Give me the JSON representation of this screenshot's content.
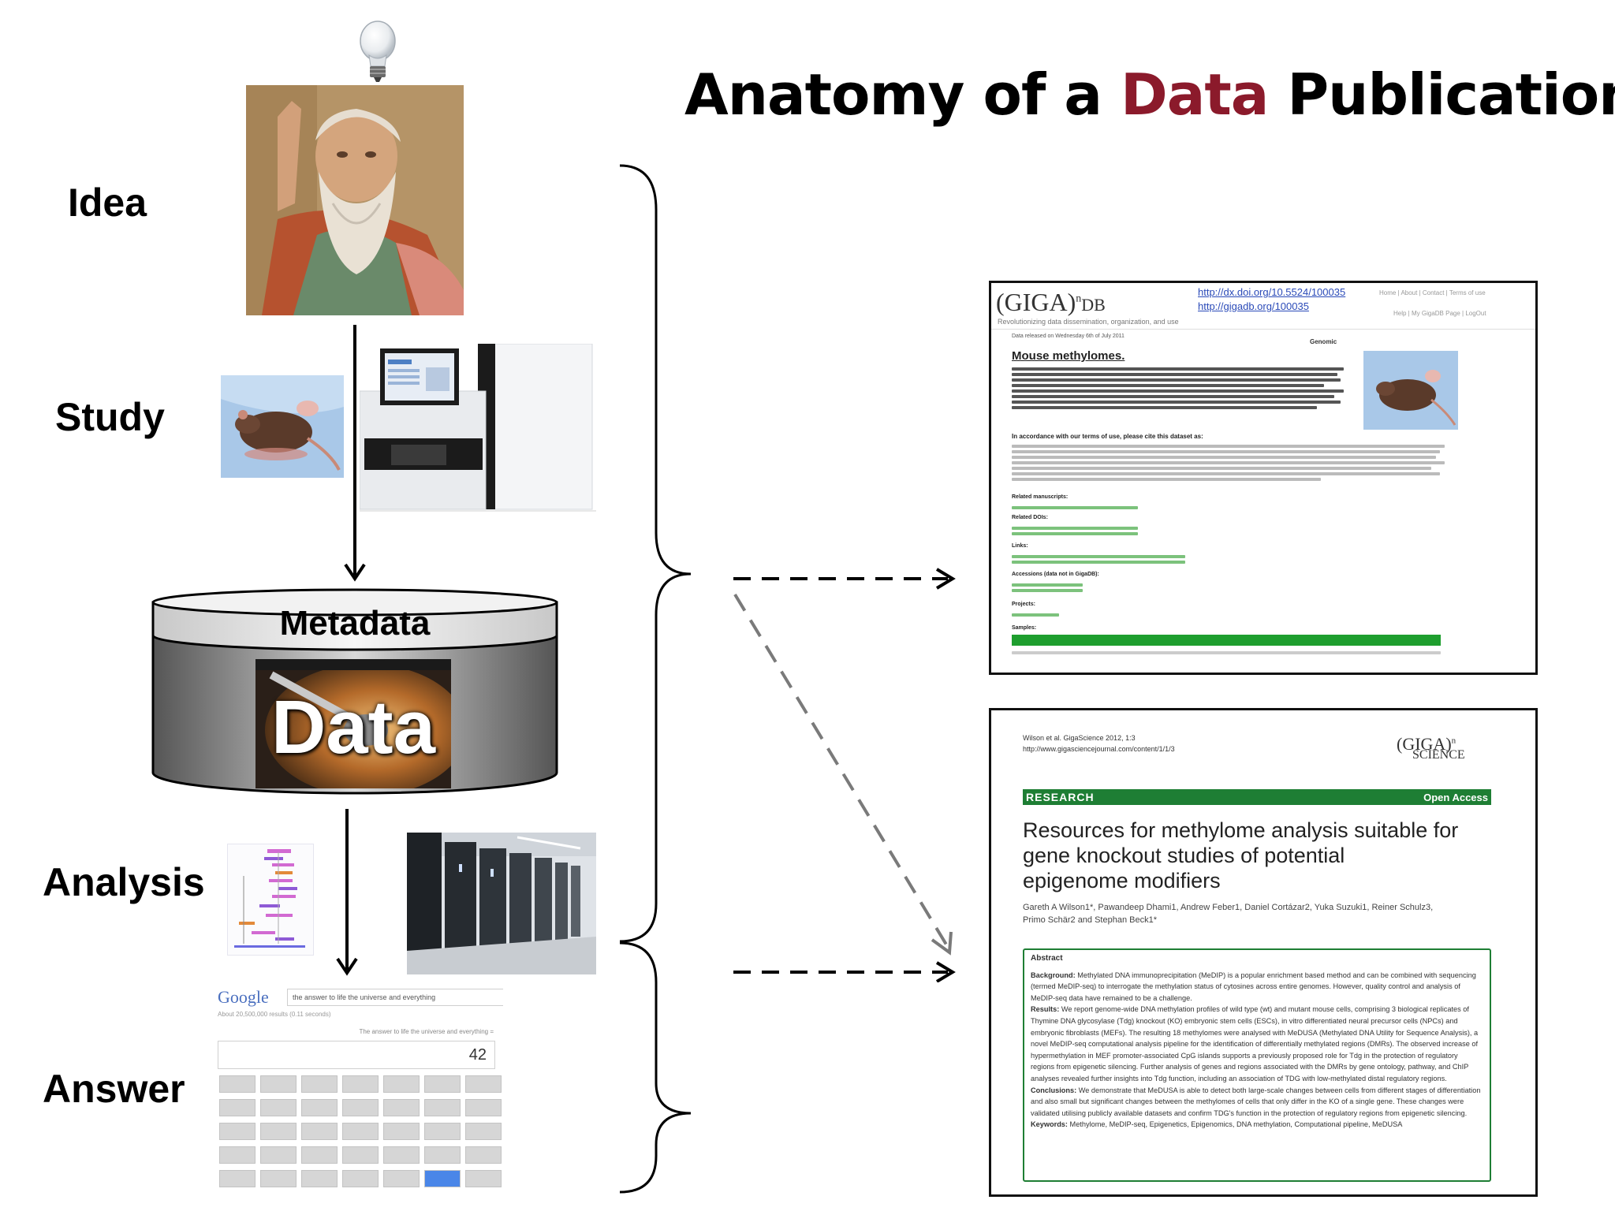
{
  "title": {
    "prefix": "Anatomy of a ",
    "accent": "Data",
    "suffix": " Publication",
    "accent_color": "#8b1a2b"
  },
  "stages": {
    "idea": "Idea",
    "study": "Study",
    "analysis": "Analysis",
    "answer": "Answer"
  },
  "database": {
    "metadata_label": "Metadata",
    "data_label": "Data"
  },
  "icons": [
    "light-bulb-icon"
  ],
  "gigadb_page": {
    "logo": "(GIGA)",
    "logo_sup": "n",
    "logo_db": "DB",
    "tagline": "Revolutionizing data dissemination, organization, and use",
    "doi_link": "http://dx.doi.org/10.5524/100035",
    "db_link": "http://gigadb.org/100035",
    "nav": [
      "Home",
      "About",
      "Contact",
      "Terms of use"
    ],
    "nav2": [
      "Help",
      "My GigaDB Page",
      "LogOut"
    ],
    "release_date": "Data released on Wednesday 6th of July 2011",
    "category": "Genomic",
    "dataset_title": "Mouse methylomes.",
    "cite_heading": "In accordance with our terms of use, please cite this dataset as:",
    "section_related": "Related manuscripts:",
    "section_related_dois": "Related DOIs:",
    "section_links": "Links:",
    "section_accessions": "Accessions (data not in GigaDB):",
    "section_projects": "Projects:",
    "section_samples": "Samples:",
    "samples_header_color": "#1e9e2e"
  },
  "gigascience_paper": {
    "citation": "Wilson et al. GigaScience 2012, 1:3",
    "url": "http://www.gigasciencejournal.com/content/1/1/3",
    "logo_top": "(GIGA)",
    "logo_sup": "n",
    "logo_bottom": "SCIENCE",
    "banner_left": "RESEARCH",
    "banner_right": "Open Access",
    "banner_color": "#1e7e34",
    "title_lines": [
      "Resources for methylome analysis suitable for",
      "gene knockout studies of potential",
      "epigenome modifiers"
    ],
    "authors_line1": "Gareth A Wilson1*, Pawandeep Dhami1, Andrew Feber1, Daniel Cortázar2, Yuka Suzuki1, Reiner Schulz3,",
    "authors_line2": "Primo Schär2 and Stephan Beck1*",
    "abstract_heading": "Abstract",
    "background_label": "Background:",
    "background_text": "Methylated DNA immunoprecipitation (MeDIP) is a popular enrichment based method and can be combined with sequencing (termed MeDIP-seq) to interrogate the methylation status of cytosines across entire genomes. However, quality control and analysis of MeDIP-seq data have remained to be a challenge.",
    "results_label": "Results:",
    "results_text": "We report genome-wide DNA methylation profiles of wild type (wt) and mutant mouse cells, comprising 3 biological replicates of Thymine DNA glycosylase (Tdg) knockout (KO) embryonic stem cells (ESCs), in vitro differentiated neural precursor cells (NPCs) and embryonic fibroblasts (MEFs). The resulting 18 methylomes were analysed with MeDUSA (Methylated DNA Utility for Sequence Analysis), a novel MeDIP-seq computational analysis pipeline for the identification of differentially methylated regions (DMRs). The observed increase of hypermethylation in MEF promoter-associated CpG islands supports a previously proposed role for Tdg in the protection of regulatory regions from epigenetic silencing. Further analysis of genes and regions associated with the DMRs by gene ontology, pathway, and ChIP analyses revealed further insights into Tdg function, including an association of TDG with low-methylated distal regulatory regions.",
    "conclusions_label": "Conclusions:",
    "conclusions_text": "We demonstrate that MeDUSA is able to detect both large-scale changes between cells from different stages of differentiation and also small but significant changes between the methylomes of cells that only differ in the KO of a single gene. These changes were validated utilising publicly available datasets and confirm TDG's function in the protection of regulatory regions from epigenetic silencing.",
    "keywords_label": "Keywords:",
    "keywords_text": "Methylome, MeDIP-seq, Epigenetics, Epigenomics, DNA methylation, Computational pipeline, MeDUSA"
  },
  "search_screenshot": {
    "logo": "Google",
    "query": "the answer to life the universe and everything",
    "result_count": "About 20,500,000 results (0.11 seconds)",
    "calc_expression": "The answer to life the universe and everything =",
    "calc_result": "42"
  }
}
